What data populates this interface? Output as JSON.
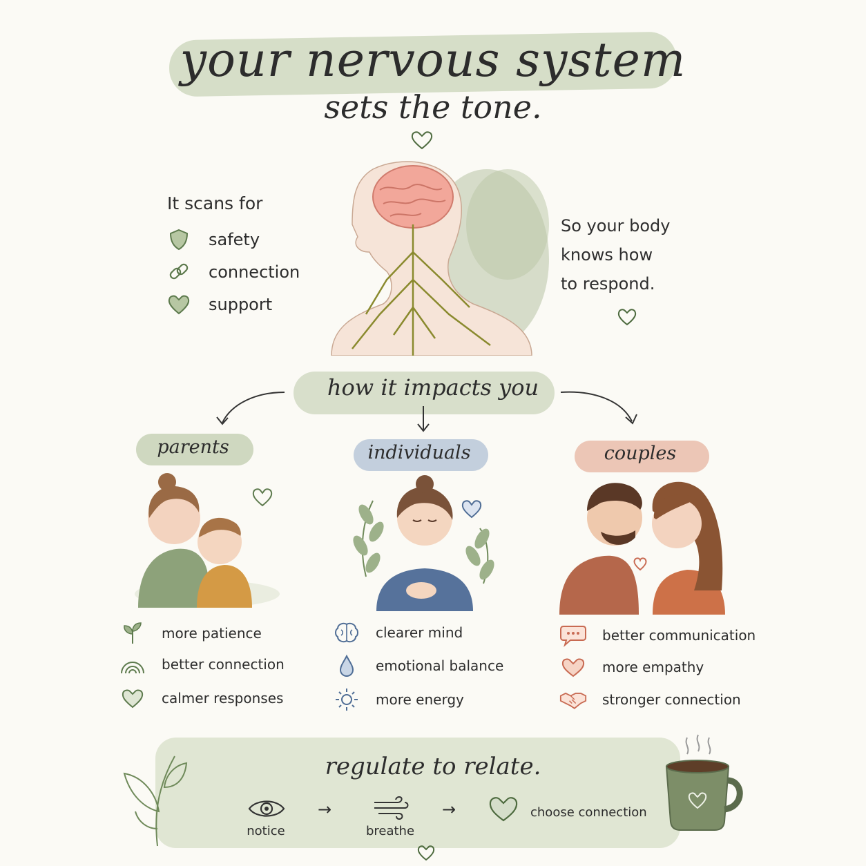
{
  "header": {
    "title": "your nervous system",
    "subtitle": "sets the tone."
  },
  "scan": {
    "intro": "It scans for",
    "items": [
      {
        "icon": "shield-icon",
        "label": "safety"
      },
      {
        "icon": "link-icon",
        "label": "connection"
      },
      {
        "icon": "heart-icon",
        "label": "support"
      }
    ]
  },
  "body_note": {
    "lines": [
      "So your body",
      "knows how",
      "to respond."
    ]
  },
  "impact": {
    "label": "how it impacts you"
  },
  "groups": [
    {
      "name": "parents",
      "color": "#8aa179",
      "benefits": [
        {
          "icon": "sprout-icon",
          "label": "more patience"
        },
        {
          "icon": "rainbow-icon",
          "label": "better connection"
        },
        {
          "icon": "heart-icon",
          "label": "calmer responses"
        }
      ]
    },
    {
      "name": "individuals",
      "color": "#4f6d95",
      "benefits": [
        {
          "icon": "brain-icon",
          "label": "clearer mind"
        },
        {
          "icon": "droplet-icon",
          "label": "emotional balance"
        },
        {
          "icon": "sun-icon",
          "label": "more energy"
        }
      ]
    },
    {
      "name": "couples",
      "color": "#c86a52",
      "benefits": [
        {
          "icon": "speech-bubble-icon",
          "label": "better communication"
        },
        {
          "icon": "heart-icon",
          "label": "more empathy"
        },
        {
          "icon": "handshake-icon",
          "label": "stronger connection"
        }
      ]
    }
  ],
  "footer": {
    "title": "regulate to relate.",
    "steps": [
      {
        "icon": "eye-icon",
        "label": "notice"
      },
      {
        "icon": "wind-icon",
        "label": "breathe"
      },
      {
        "icon": "heart-icon",
        "label": "choose connection"
      }
    ],
    "arrow": "→"
  },
  "colors": {
    "sage": "#c9d3b8",
    "blue_wash": "#c3cfdd",
    "peach_wash": "#ecc6b6",
    "background": "#fbfaf5"
  }
}
